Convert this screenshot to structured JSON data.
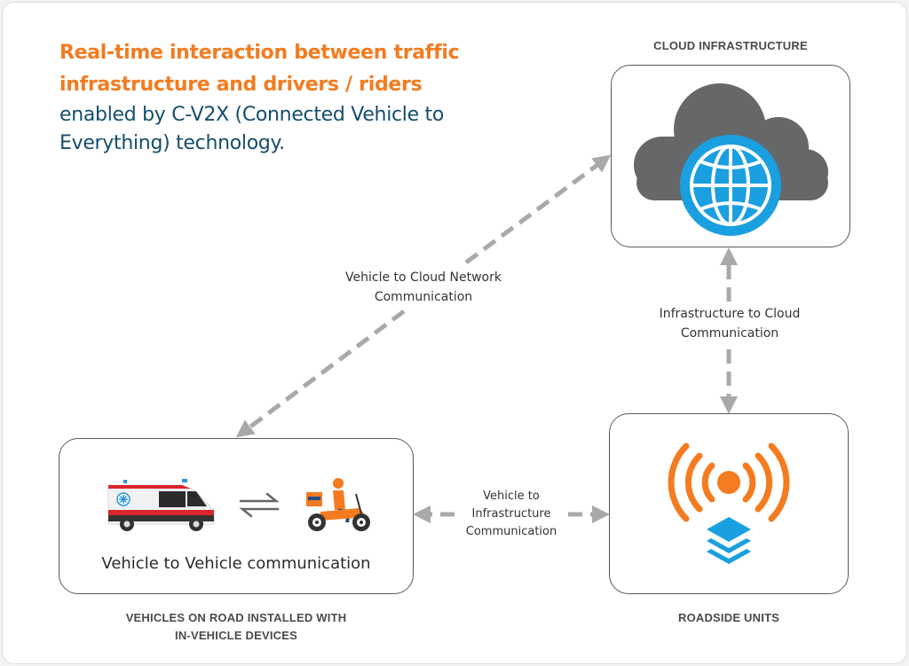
{
  "header": {
    "headline": "Real-time interaction between traffic infrastructure and drivers / riders",
    "subline": "enabled by C-V2X (Connected Vehicle to Everything) technology."
  },
  "nodes": {
    "cloud": {
      "title": "CLOUD INFRASTRUCTURE",
      "icon": "cloud-globe-icon"
    },
    "roadside": {
      "title": "ROADSIDE UNITS",
      "icon": "broadcast-antenna-layers-icon"
    },
    "vehicles": {
      "title_line1": "VEHICLES ON ROAD INSTALLED WITH",
      "title_line2": "IN-VEHICLE DEVICES",
      "inner_label": "Vehicle to Vehicle communication",
      "icons": [
        "ambulance-icon",
        "exchange-arrows-icon",
        "delivery-scooter-icon"
      ]
    }
  },
  "edges": {
    "vehicle_cloud": {
      "line1": "Vehicle to Cloud Network",
      "line2": "Communication"
    },
    "infra_cloud": {
      "line1": "Infrastructure to Cloud",
      "line2": "Communication"
    },
    "vehicle_infra": {
      "line1": "Vehicle to",
      "line2": "Infrastructure",
      "line3": "Communication"
    }
  },
  "colors": {
    "accent_orange": "#f47b1f",
    "title_blue": "#154d6b",
    "icon_blue": "#1a9fe0",
    "cloud_gray": "#666769",
    "arrow_gray": "#a9a9a9"
  }
}
